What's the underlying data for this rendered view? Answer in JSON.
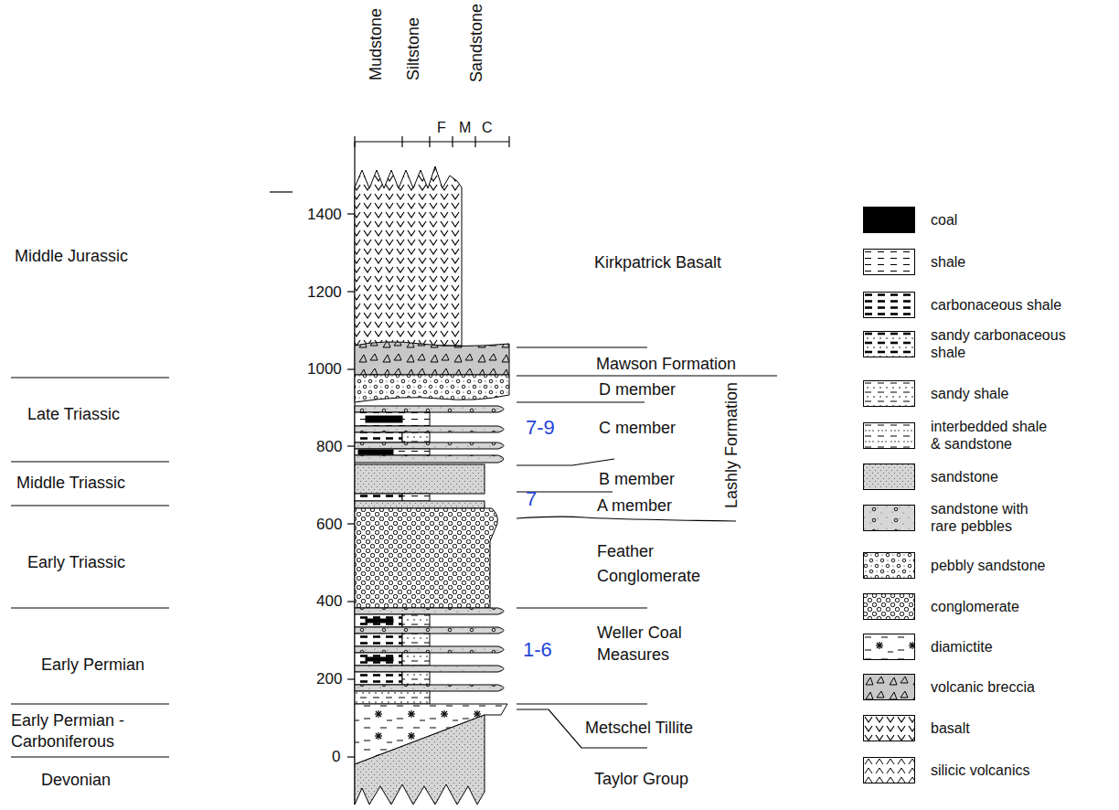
{
  "diagram": {
    "labels": [
      "Mudstone",
      "Siltstone",
      "Sandstone",
      "F",
      "M",
      "C",
      "Middle Jurassic",
      "1400",
      "1200",
      "Kirkpatrick Basalt",
      "1000",
      "Mawson Formation",
      "D member",
      "Late Triassic",
      "7-9",
      "C member",
      "800",
      "B member",
      "Lashly Formation",
      "Middle Triassic",
      "7",
      "A member",
      "600",
      "Early Triassic",
      "Feather Conglomerate",
      "400",
      "Weller Coal Measures",
      "1-6",
      "Early Permian",
      "200",
      "Early Permian - Carboniferous",
      "Metschel Tillite",
      "0",
      "Devonian",
      "Taylor Group"
    ],
    "legend": [
      {
        "text": "coal",
        "color": "#000000"
      },
      {
        "text": "shale"
      },
      {
        "text": "carbonaceous shale"
      },
      {
        "text": "sandy carbonaceous shale"
      },
      {
        "text": "sandy shale"
      },
      {
        "text": "interbedded shale & sandstone"
      },
      {
        "text": "sandstone"
      },
      {
        "text": "sandstone with rare pebbles"
      },
      {
        "text": "pebbly sandstone"
      },
      {
        "text": "conglomerate"
      },
      {
        "text": "diamictite"
      },
      {
        "text": "volcanic breccia"
      },
      {
        "text": "basalt"
      },
      {
        "text": "silicic volcanics"
      }
    ]
  }
}
